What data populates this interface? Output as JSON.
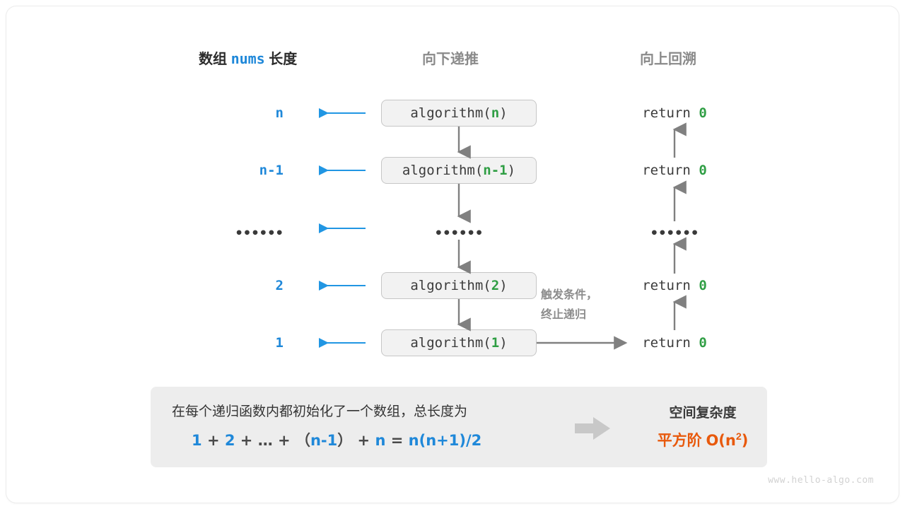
{
  "headers": {
    "left_prefix": "数组 ",
    "left_mono": "nums",
    "left_suffix": " 长度",
    "middle": "向下递推",
    "right": "向上回溯"
  },
  "rows": [
    {
      "length": "n",
      "call_prefix": "algorithm(",
      "call_arg": "n",
      "call_suffix": ")",
      "return_text": "return ",
      "return_value": "0"
    },
    {
      "length": "n-1",
      "call_prefix": "algorithm(",
      "call_arg": "n-1",
      "call_suffix": ")",
      "return_text": "return ",
      "return_value": "0"
    },
    {
      "length": "••••••",
      "call_prefix": "",
      "call_arg": "",
      "call_suffix": "",
      "return_text": "",
      "return_value": "",
      "dots": "••••••"
    },
    {
      "length": "2",
      "call_prefix": "algorithm(",
      "call_arg": "2",
      "call_suffix": ")",
      "return_text": "return ",
      "return_value": "0"
    },
    {
      "length": "1",
      "call_prefix": "algorithm(",
      "call_arg": "1",
      "call_suffix": ")",
      "return_text": "return ",
      "return_value": "0"
    }
  ],
  "note": {
    "line1": "触发条件，",
    "line2": "终止递归"
  },
  "summary": {
    "description": "在每个递归函数内都初始化了一个数组，总长度为",
    "formula": {
      "t1": "1",
      "o1": "+",
      "t2": "2",
      "o2": "+",
      "t3": "…",
      "o3": "+",
      "p1": "（",
      "t4": "n-1",
      "p2": "）",
      "o4": "+",
      "t5": "n",
      "eq": "=",
      "t6": "n(n+1)/2"
    },
    "right_title": "空间复杂度",
    "right_label": "平方阶 ",
    "right_value_base": "O(n",
    "right_value_exp": "2",
    "right_value_close": ")"
  },
  "watermark": "www.hello-algo.com",
  "colors": {
    "blue": "#1f88d9",
    "green": "#2f9e44",
    "orange": "#e8590c",
    "gray_arrow": "#808080",
    "box_fill": "#f2f2f2",
    "panel_fill": "#ededed"
  }
}
